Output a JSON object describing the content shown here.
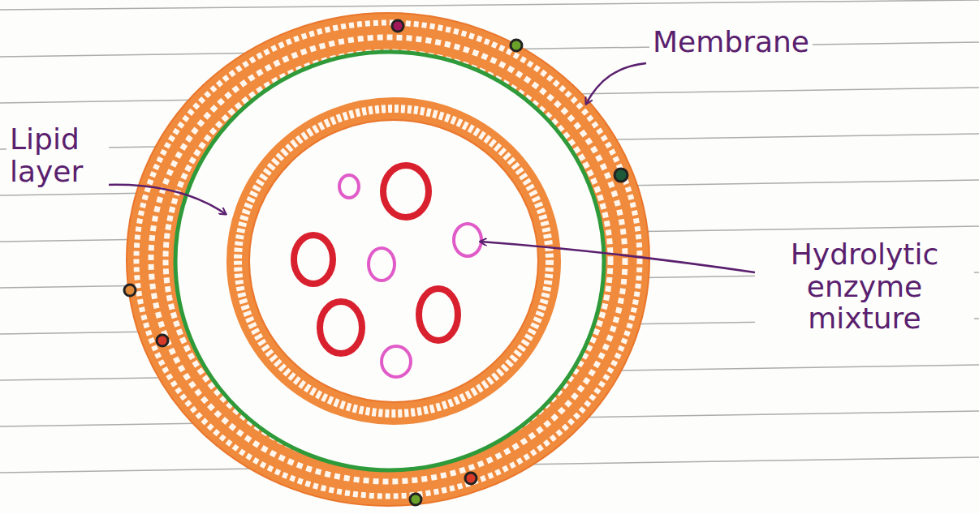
{
  "diagram": {
    "labels": [
      "Membrane",
      "Lipid layer",
      "Hydrolytic enzyme mixture"
    ]
  }
}
